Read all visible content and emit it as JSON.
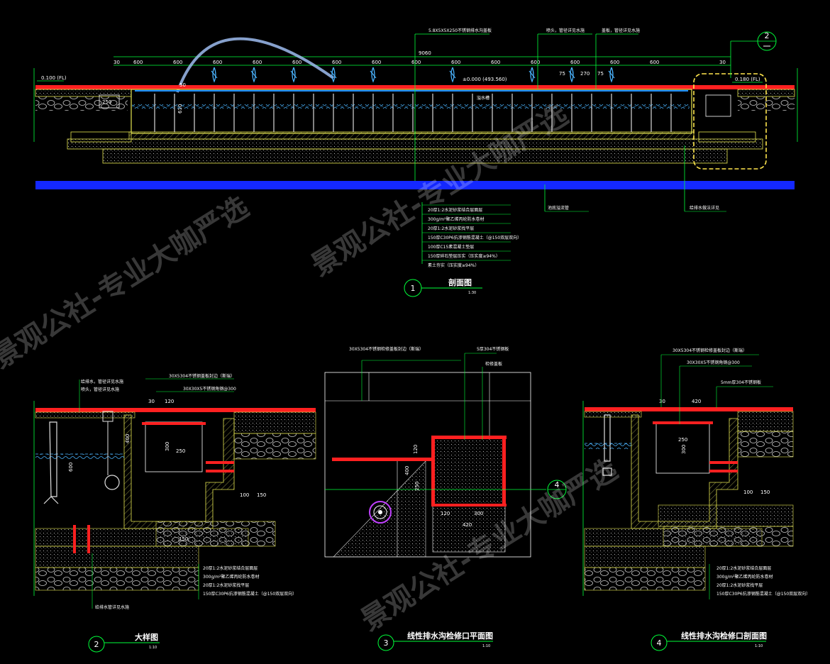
{
  "section_main": {
    "num": "1",
    "title": "剖面图",
    "scale": "1:30",
    "total_dim": "9060",
    "dims": [
      "30",
      "600",
      "600",
      "600",
      "600",
      "600",
      "600",
      "600",
      "600",
      "600",
      "600",
      "600",
      "600",
      "600",
      "600",
      "30"
    ],
    "dim_fragment": [
      "75",
      "270",
      "75"
    ],
    "level_left": "0.100 (FL)",
    "level_right": "0.180 (FL)",
    "level_center": "±0.000 (493.560)",
    "dim_250": "250",
    "dim_50": "50",
    "dim_610": "610",
    "top_notes": [
      "5.8X5X5X250不锈钢排水沟盖板",
      "喷头，管径详见水施",
      "盖板，管径详见水施"
    ],
    "layers": [
      "20厚1:2水泥砂浆结合层面层",
      "300g/m²聚乙烯丙纶防水卷材",
      "20厚1:2水泥砂浆找平层",
      "150厚C30P6抗渗钢筋混凝土（@150双层双向）",
      "100厚C15素混凝土垫层",
      "150厚碎石垫层压实（压实度≥94%）",
      "素土夯实（压实度≥94%）"
    ],
    "side_notes": [
      "池底溢流管",
      "给排水做法详见",
      "溢水槽"
    ]
  },
  "detail2": {
    "num": "2",
    "title": "大样图",
    "scale": "1:10",
    "dims": [
      "30",
      "120",
      "300",
      "250",
      "400",
      "100",
      "150",
      "150",
      "600"
    ],
    "notes": [
      "给排水，管径详见水施",
      "喷头，管径详见水施",
      "30X5304不锈钢盖板封边（斯瑞）",
      "30X30X5不锈钢角钢@300",
      "给排水管详见水施"
    ],
    "layers": [
      "20厚1:2水泥砂浆结合层面层",
      "300g/m²聚乙烯丙纶防水卷材",
      "20厚1:2水泥砂浆找平层",
      "150厚C30P6抗渗钢筋混凝土（@150双层双向）"
    ]
  },
  "detail3": {
    "num": "3",
    "title": "线性排水沟检修口平面图",
    "scale": "1:10",
    "dims": [
      "120",
      "400",
      "250",
      "120",
      "300",
      "420"
    ],
    "notes": [
      "30X5304不锈钢检修盖板封边（斯瑞）",
      "5厚304不锈钢板",
      "检修盖板"
    ],
    "callout": "4"
  },
  "detail4": {
    "num": "4",
    "title": "线性排水沟检修口剖面图",
    "scale": "1:10",
    "dims": [
      "30",
      "420",
      "250",
      "300",
      "100",
      "150"
    ],
    "notes": [
      "30X5304不锈钢检修盖板封边（斯瑞）",
      "30X30X5不锈钢角钢@300",
      "5mm厚304不锈钢板"
    ],
    "layers": [
      "20厚1:2水泥砂浆结合层面层",
      "300g/m²聚乙烯丙纶防水卷材",
      "20厚1:2水泥砂浆找平层",
      "150厚C30P6抗渗钢筋混凝土（@150双层双向）"
    ]
  },
  "callout_top": {
    "num": "2"
  },
  "watermarks": [
    "景观公社-专业大咖严选",
    "景观公社-专业大咖严选",
    "景观公社-专业大咖严选"
  ],
  "colors": {
    "bg": "#000000",
    "line_green": "#00ff3a",
    "line_yellow": "#e6e650",
    "accent_red": "#ff2020",
    "water_blue": "#1428ff",
    "arc_blue": "#a8c8ff",
    "callout_yellow": "#ffe64d"
  }
}
